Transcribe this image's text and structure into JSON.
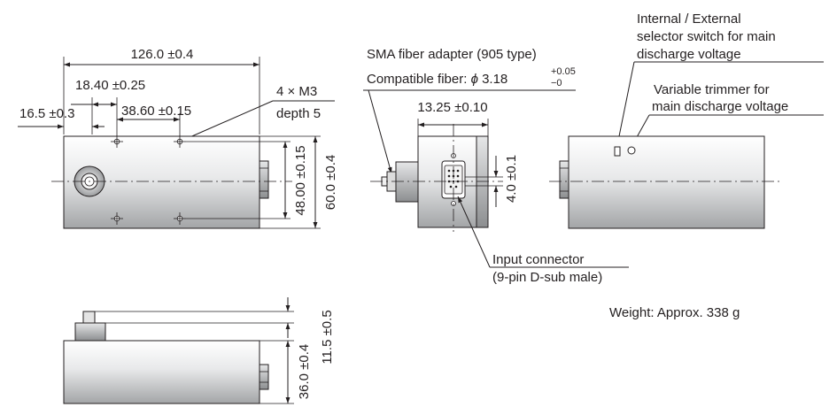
{
  "front_view": {
    "overall_length": "126.0 ±0.4",
    "hole_offset_1": "18.40 ±0.25",
    "hole_spacing": "38.60 ±0.15",
    "left_offset": "16.5 ±0.3",
    "thread_spec": "4 × M3",
    "thread_depth": "depth 5",
    "hole_pitch_vertical": "48.00 ±0.15",
    "height": "60.0 ±0.4"
  },
  "end_view": {
    "fiber_adapter_label": "SMA fiber adapter (905 type)",
    "compatible_fiber_prefix": "Compatible fiber: ",
    "compatible_fiber_symbol": "ϕ",
    "compatible_fiber_value": "3.18",
    "compatible_fiber_tol_plus": "+0.05",
    "compatible_fiber_tol_minus": "−0",
    "connector_spacing": "13.25 ±0.10",
    "connector_offset": "4.0 ±0.1",
    "input_connector_line1": "Input connector",
    "input_connector_line2": "(9-pin D-sub male)"
  },
  "rear_view": {
    "selector_line1": "Internal / External",
    "selector_line2": "selector switch for main",
    "selector_line3": "discharge voltage",
    "trimmer_line1": "Variable trimmer for",
    "trimmer_line2": "main discharge voltage",
    "weight": "Weight: Approx. 338 g"
  },
  "side_view": {
    "adapter_height": "11.5 ±0.5",
    "body_height": "36.0 ±0.4"
  }
}
